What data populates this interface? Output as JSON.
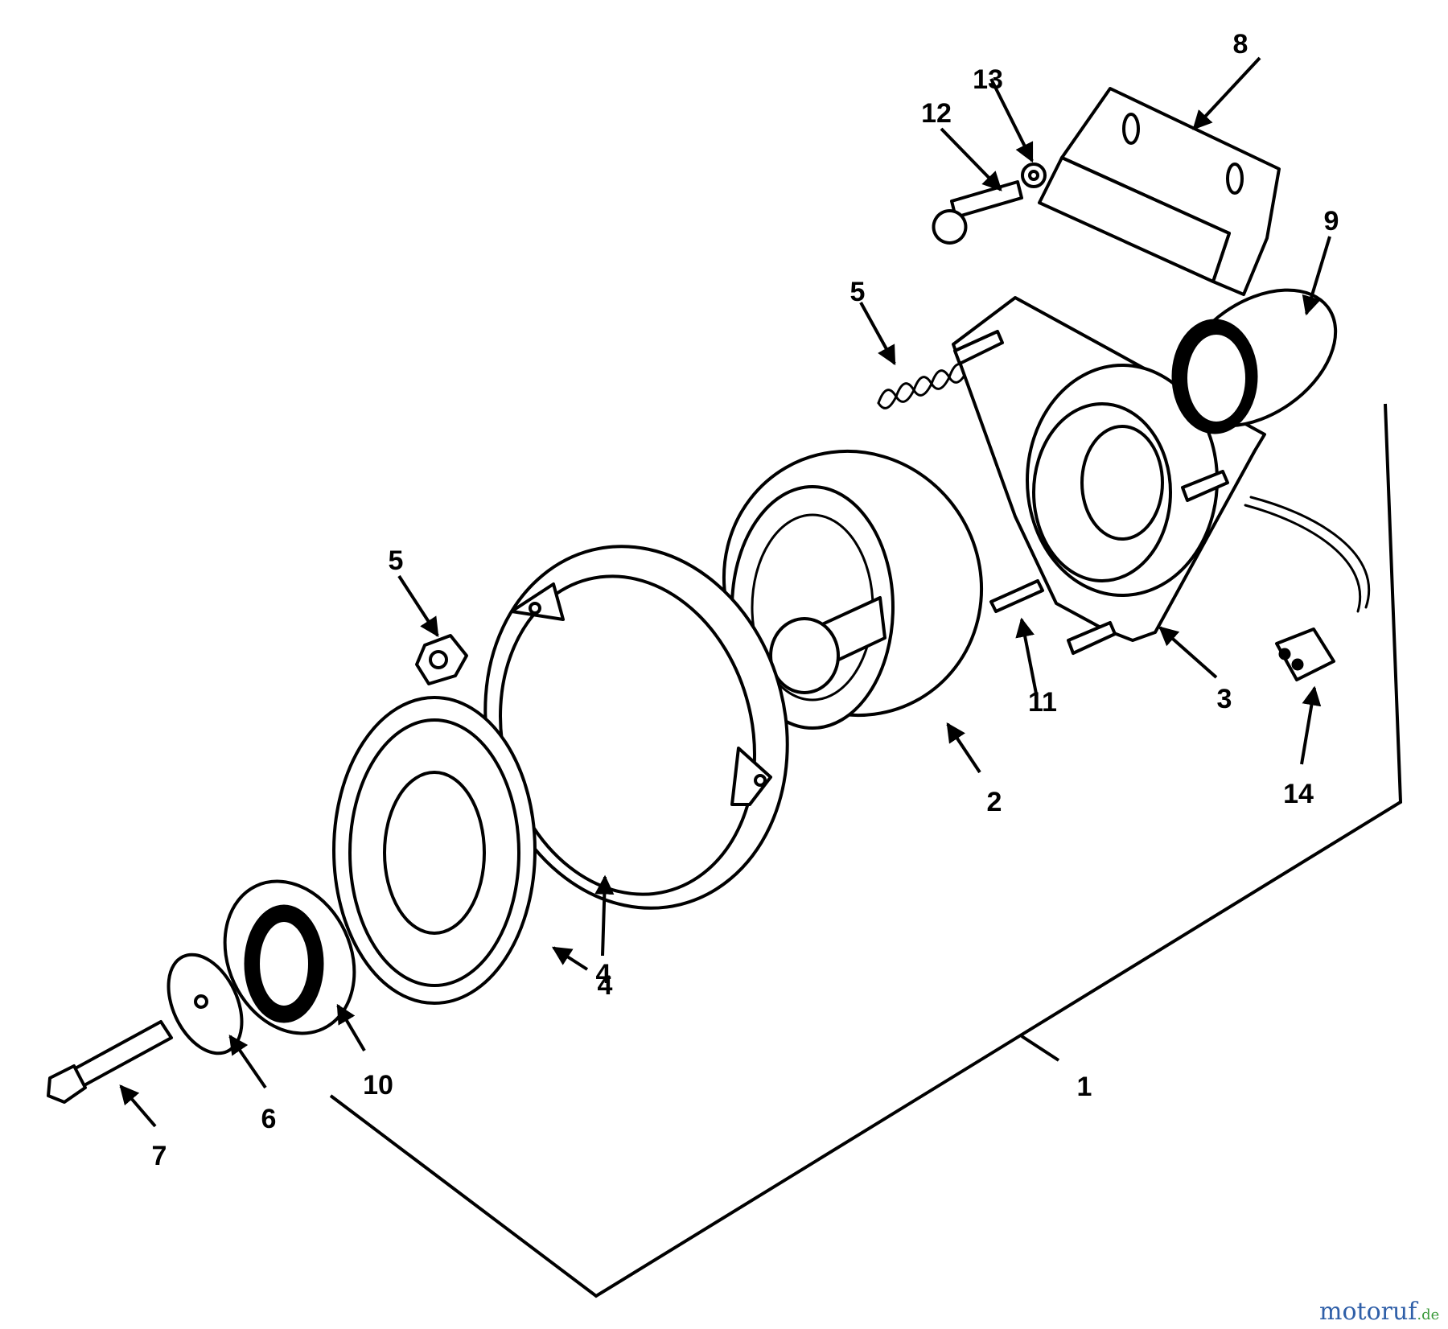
{
  "callouts": {
    "c1": "1",
    "c2": "2",
    "c3": "3",
    "c4a": "4",
    "c4b": "4",
    "c5a": "5",
    "c5b": "5",
    "c6": "6",
    "c7": "7",
    "c8": "8",
    "c9": "9",
    "c10": "10",
    "c11": "11",
    "c12": "12",
    "c13": "13",
    "c14": "14"
  },
  "watermark": {
    "text1": "motoruf",
    "text2": ".de"
  },
  "colors": {
    "ink": "#000000",
    "paper": "#ffffff",
    "wm1": "#2f5fa8",
    "wm2": "#d4462b",
    "wm3": "#3b9a3b"
  }
}
